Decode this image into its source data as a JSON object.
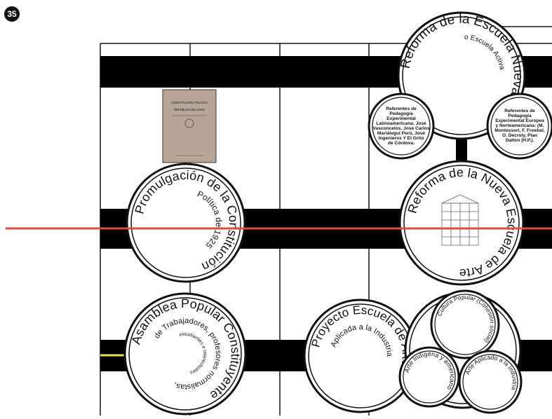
{
  "figure_number": "35",
  "document": {
    "cover_line_1": "CONSTITUCION POLITICA",
    "cover_line_2": "REPUBLICA DE CHILE"
  },
  "nodes": {
    "reforma_escuela_nueva": {
      "title": "Reforma de la Escuela Nueva",
      "subtitle": "o Escuela Activa"
    },
    "referentes_latinoamericana": {
      "lines": [
        "Referentes de",
        "Pedagogía",
        "Experimental",
        "Latinoamericana: José",
        "Vasconcelos, José Carlos",
        "Mariátegui Perú, José",
        "Ingenieros Y El Grito",
        "de Córdova."
      ]
    },
    "referentes_europea": {
      "lines": [
        "Referentes de",
        "Pedagogía",
        "Experimental Europea",
        "y Norteamericana: (M.",
        "Montessori, F. Froebel,",
        "O. Decroly, Plan",
        "Dalton (H.P.)."
      ]
    },
    "promulgacion": {
      "title": "Promulgación de la Constitución",
      "subtitle": "Política de 1925"
    },
    "reforma_escuela_arte": {
      "title": "Reforma de la Nueva Escuela de Arte"
    },
    "asamblea": {
      "title": "Asamblea Popular Constituyente",
      "subtitle": "de Trabajadores, profesores normalistas,",
      "inner": "estudiantes e intelectuales"
    },
    "proyecto_arte": {
      "title": "Proyecto Escuela de Arte",
      "subtitle": "Aplicada a la Industria"
    },
    "cultura_popular": {
      "title": "Cultura Popular (Cohesión social)"
    },
    "arte_indigena": {
      "title": "Arte Indígena y americano"
    },
    "arte_aplicado": {
      "title": "Arte Aplicado a la Industria"
    }
  },
  "colors": {
    "band": "#000000",
    "marker_line": "#e8493a",
    "accent_yellow": "#e8e640",
    "document": "#b7a596"
  }
}
